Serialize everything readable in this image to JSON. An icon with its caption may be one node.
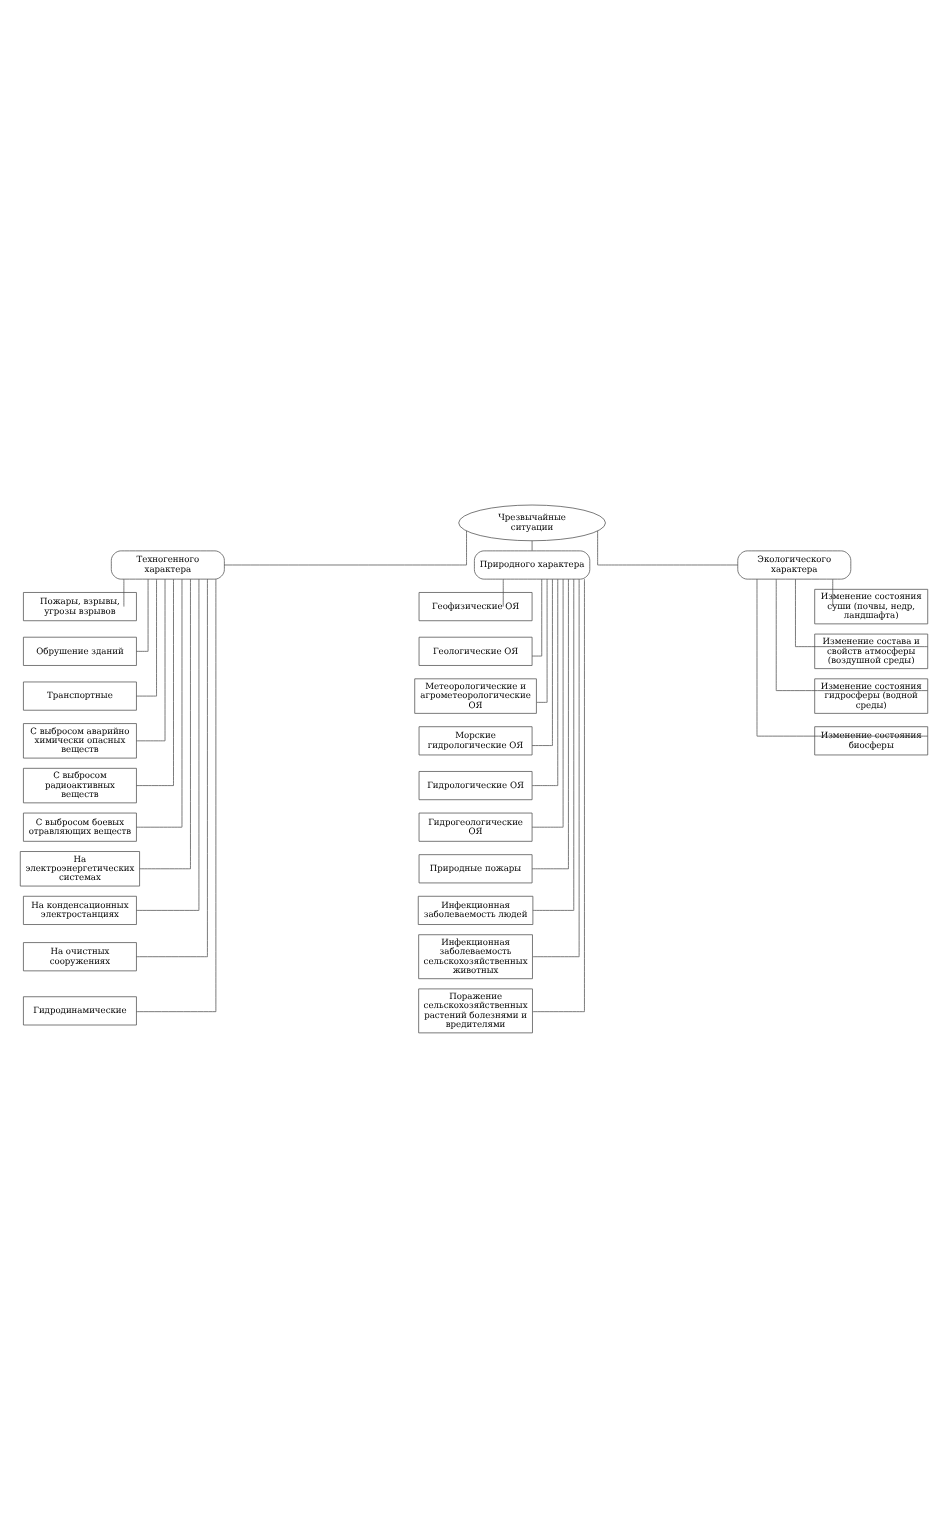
{
  "diagram": {
    "nodes": [
      {
        "text": [
          "Чрезвычайные ситуации"
        ]
      },
      {
        "text": [
          "Техногенного характера"
        ]
      },
      {
        "text": [
          "Природного характера"
        ]
      },
      {
        "text": [
          "Экологического характера"
        ]
      },
      {
        "text": [
          "Пожары, взрывы, угрозы взрывов"
        ]
      },
      {
        "text": [
          "Обрушение зданий"
        ]
      },
      {
        "text": [
          "Транспортные"
        ]
      },
      {
        "text": [
          "С выбросом аварийно химически опасных веществ"
        ]
      },
      {
        "text": [
          "С выбросом радиоактивных веществ"
        ]
      },
      {
        "text": [
          "С выбросом боевых отравляющих веществ"
        ]
      },
      {
        "text": [
          "На электроэнергетических системах"
        ]
      },
      {
        "text": [
          "На конденсационных электростанциях"
        ]
      },
      {
        "text": [
          "На очистных сооружениях"
        ]
      },
      {
        "text": [
          "Гидродинамические"
        ]
      },
      {
        "text": [
          "Геофизические ОЯ"
        ]
      },
      {
        "text": [
          "Геологические ОЯ"
        ]
      },
      {
        "text": [
          "Метеорологические и агрометеорологические ОЯ"
        ]
      },
      {
        "text": [
          "Морские гидрологические ОЯ"
        ]
      },
      {
        "text": [
          "Гидрологические ОЯ"
        ]
      },
      {
        "text": [
          "Гидрогеологические ОЯ"
        ]
      },
      {
        "text": [
          "Природные пожары"
        ]
      },
      {
        "text": [
          "Инфекционная заболеваемость людей"
        ]
      },
      {
        "text": [
          "Инфекционная заболеваемость сельскохозяйственных животных"
        ]
      },
      {
        "text": [
          "Поражение сельскохозяйственных растений болезнями и вредителями"
        ]
      },
      {
        "text": [
          "Изменение состояния суши (почвы, недр, ландшафта)"
        ]
      },
      {
        "text": [
          "Изменение состава и свойств атмосферы (воздушной среды)"
        ]
      },
      {
        "text": [
          "Изменение состояния гидросферы (водной среды)"
        ]
      },
      {
        "text": [
          "Изменение состояния биосферы"
        ]
      }
    ],
    "edges": [
      {
        "from": 0,
        "to": 1,
        "arrow": "none"
      },
      {
        "from": 0,
        "to": 2,
        "arrow": "none"
      },
      {
        "from": 0,
        "to": 3,
        "arrow": "none"
      },
      {
        "from": 1,
        "to": 4,
        "arrow": "none"
      },
      {
        "from": 1,
        "to": 5,
        "arrow": "none"
      },
      {
        "from": 1,
        "to": 6,
        "arrow": "none"
      },
      {
        "from": 1,
        "to": 7,
        "arrow": "none"
      },
      {
        "from": 1,
        "to": 8,
        "arrow": "none"
      },
      {
        "from": 1,
        "to": 9,
        "arrow": "none"
      },
      {
        "from": 1,
        "to": 10,
        "arrow": "none"
      },
      {
        "from": 1,
        "to": 11,
        "arrow": "none"
      },
      {
        "from": 1,
        "to": 12,
        "arrow": "none"
      },
      {
        "from": 1,
        "to": 13,
        "arrow": "none"
      },
      {
        "from": 2,
        "to": 14,
        "arrow": "none"
      },
      {
        "from": 2,
        "to": 15,
        "arrow": "none"
      },
      {
        "from": 2,
        "to": 16,
        "arrow": "none"
      },
      {
        "from": 2,
        "to": 17,
        "arrow": "none"
      },
      {
        "from": 2,
        "to": 18,
        "arrow": "none"
      },
      {
        "from": 2,
        "to": 19,
        "arrow": "none"
      },
      {
        "from": 2,
        "to": 20,
        "arrow": "none"
      },
      {
        "from": 2,
        "to": 21,
        "arrow": "none"
      },
      {
        "from": 2,
        "to": 22,
        "arrow": "none"
      },
      {
        "from": 2,
        "to": 23,
        "arrow": "none"
      },
      {
        "from": 3,
        "to": 24,
        "arrow": "none"
      },
      {
        "from": 3,
        "to": 25,
        "arrow": "none"
      },
      {
        "from": 3,
        "to": 26,
        "arrow": "none"
      },
      {
        "from": 3,
        "to": 27,
        "arrow": "none"
      }
    ]
  }
}
